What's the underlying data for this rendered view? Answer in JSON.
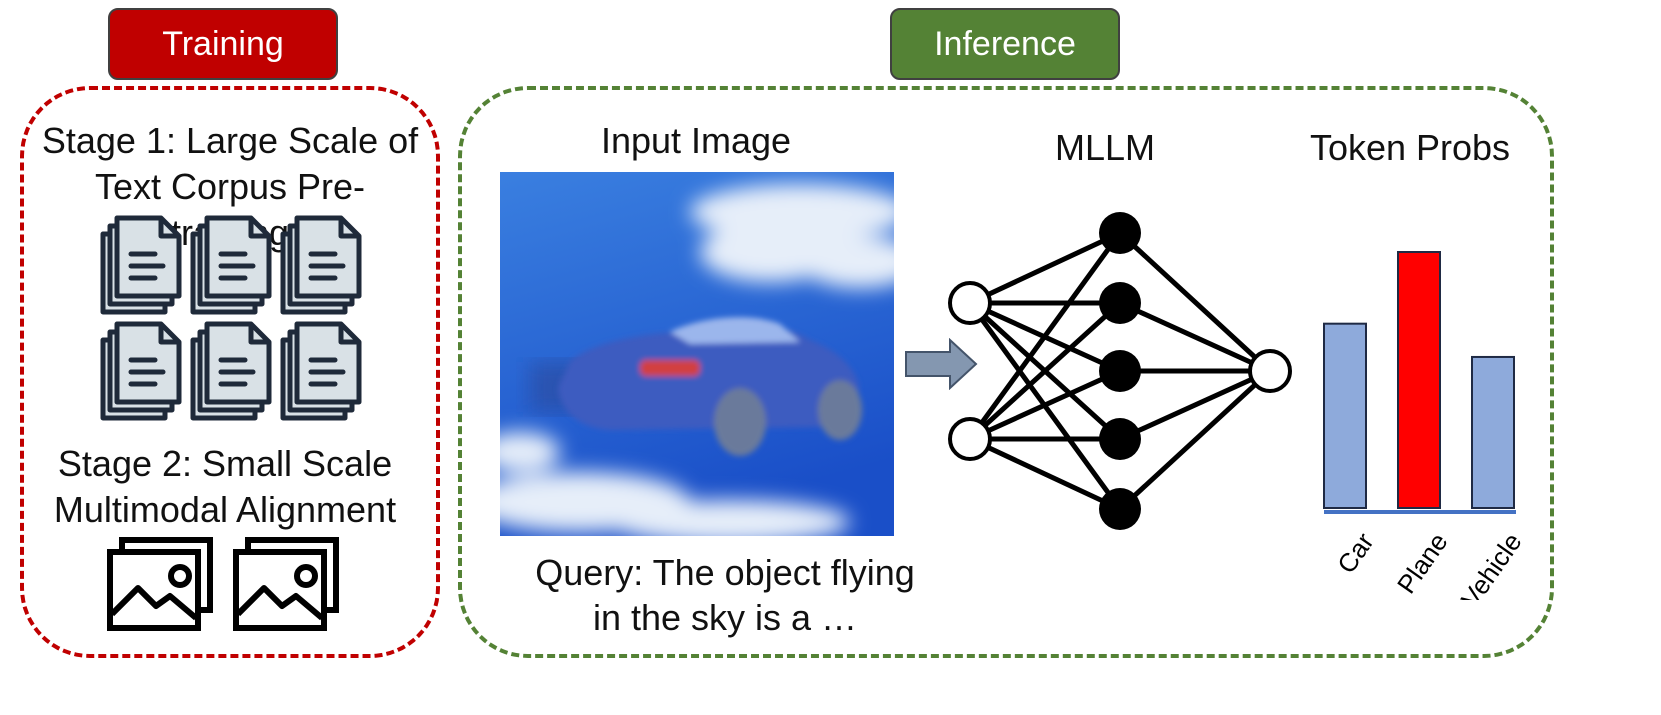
{
  "training": {
    "title": "Training",
    "color": "#c00000",
    "stage1": "Stage 1: Large Scale of Text Corpus Pre-training",
    "stage2": "Stage 2: Small Scale Multimodal Alignment"
  },
  "inference": {
    "title": "Inference",
    "color": "#548235",
    "input_label": "Input Image",
    "query": "Query: The object flying in the sky is a …",
    "model_label": "MLLM",
    "probs_label": "Token Probs"
  },
  "icons": {
    "document": "document-stack-icon",
    "image": "image-stack-icon",
    "arrow": "right-arrow-icon",
    "network": "neural-network-icon"
  },
  "chart_data": {
    "type": "bar",
    "title": "Token Probs",
    "categories": [
      "Car",
      "Plane",
      "Vehicle"
    ],
    "values": [
      0.72,
      1.0,
      0.59
    ],
    "colors": [
      "#8eaadb",
      "#ff0000",
      "#8eaadb"
    ],
    "highlight": "Plane",
    "axis_color": "#4472c4"
  }
}
